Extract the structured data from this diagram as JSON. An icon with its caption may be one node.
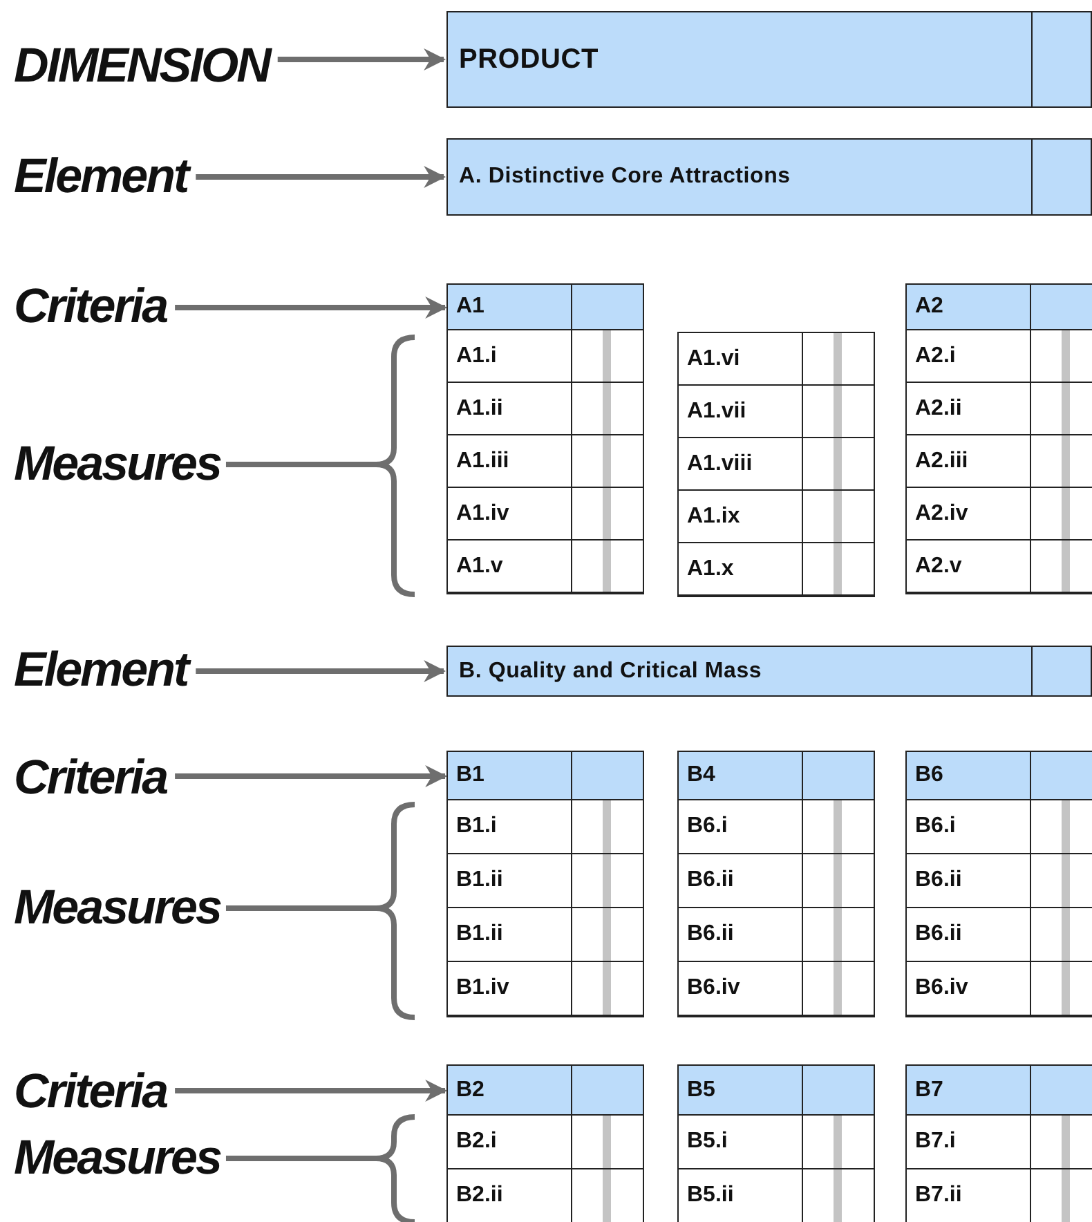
{
  "diagram": {
    "nodes": [
      {
        "text": [
          "DIMENSION"
        ]
      },
      {
        "text": [
          "PRODUCT"
        ]
      },
      {
        "text": [
          "Element"
        ]
      },
      {
        "text": [
          "A. Distinctive Core Attractions"
        ]
      },
      {
        "text": [
          "Criteria"
        ]
      },
      {
        "text": [],
        "shape": "box"
      },
      {
        "text": [
          "A1"
        ],
        "in": 5
      },
      {
        "text": [
          "A1.i"
        ],
        "in": 5
      },
      {
        "text": [
          "A1.ii"
        ],
        "in": 5
      },
      {
        "text": [
          "A1.iii"
        ],
        "in": 5
      },
      {
        "text": [
          "A1.iv"
        ],
        "in": 5
      },
      {
        "text": [
          "A1.v"
        ],
        "in": 5
      },
      {
        "text": [],
        "shape": "box"
      },
      {
        "text": [
          "A1.vi"
        ],
        "in": 12
      },
      {
        "text": [
          "A1.vii"
        ],
        "in": 12
      },
      {
        "text": [
          "A1.viii"
        ],
        "in": 12
      },
      {
        "text": [
          "A1.ix"
        ],
        "in": 12
      },
      {
        "text": [
          "A1.x"
        ],
        "in": 12
      },
      {
        "text": [],
        "shape": "box"
      },
      {
        "text": [
          "A2"
        ],
        "in": 18
      },
      {
        "text": [
          "A2.i"
        ],
        "in": 18
      },
      {
        "text": [
          "A2.ii"
        ],
        "in": 18
      },
      {
        "text": [
          "A2.iii"
        ],
        "in": 18
      },
      {
        "text": [
          "A2.iv"
        ],
        "in": 18
      },
      {
        "text": [
          "A2.v"
        ],
        "in": 18
      },
      {
        "text": [
          "Element"
        ]
      },
      {
        "text": [
          "B. Quality and Critical Mass"
        ]
      },
      {
        "text": [
          "Criteria"
        ]
      },
      {
        "text": [],
        "shape": "box"
      },
      {
        "text": [
          "B1"
        ],
        "in": 28
      },
      {
        "text": [
          "B1.i"
        ],
        "in": 28
      },
      {
        "text": [
          "B1.ii"
        ],
        "in": 28
      },
      {
        "text": [
          "B1.ii"
        ],
        "in": 28
      },
      {
        "text": [
          "B1.iv"
        ],
        "in": 28
      },
      {
        "text": [],
        "shape": "box"
      },
      {
        "text": [
          "B4"
        ],
        "in": 34
      },
      {
        "text": [
          "B6.i"
        ],
        "in": 34
      },
      {
        "text": [
          "B6.ii"
        ],
        "in": 34
      },
      {
        "text": [
          "B6.ii"
        ],
        "in": 34
      },
      {
        "text": [
          "B6.iv"
        ],
        "in": 34
      },
      {
        "text": [],
        "shape": "box"
      },
      {
        "text": [
          "B6"
        ],
        "in": 40
      },
      {
        "text": [
          "B6.i"
        ],
        "in": 40
      },
      {
        "text": [
          "B6.ii"
        ],
        "in": 40
      },
      {
        "text": [
          "B6.ii"
        ],
        "in": 40
      },
      {
        "text": [
          "B6.iv"
        ],
        "in": 40
      },
      {
        "text": [
          "Criteria"
        ]
      },
      {
        "text": [],
        "shape": "box"
      },
      {
        "text": [
          "B2"
        ],
        "in": 47
      },
      {
        "text": [
          "B2.i"
        ],
        "in": 47
      },
      {
        "text": [
          "B2.ii"
        ],
        "in": 47
      },
      {
        "text": [],
        "shape": "box"
      },
      {
        "text": [
          "B5"
        ],
        "in": 51
      },
      {
        "text": [
          "B5.i"
        ],
        "in": 51
      },
      {
        "text": [
          "B5.ii"
        ],
        "in": 51
      },
      {
        "text": [],
        "shape": "box"
      },
      {
        "text": [
          "B7"
        ],
        "in": 55
      },
      {
        "text": [
          "B7.i"
        ],
        "in": 55
      },
      {
        "text": [
          "B7.ii"
        ],
        "in": 55
      }
    ],
    "edges": [
      {
        "from": 0,
        "to": 1,
        "arrow": "to"
      },
      {
        "from": 2,
        "to": 3,
        "arrow": "to"
      },
      {
        "from": 4,
        "to": 6,
        "arrow": "to"
      },
      {
        "from": 25,
        "to": 26,
        "arrow": "to"
      },
      {
        "from": 27,
        "to": 29,
        "arrow": "to"
      },
      {
        "from": 46,
        "to": 48,
        "arrow": "to"
      }
    ],
    "labels": [
      "Measures",
      "Measures",
      "Measures"
    ]
  }
}
